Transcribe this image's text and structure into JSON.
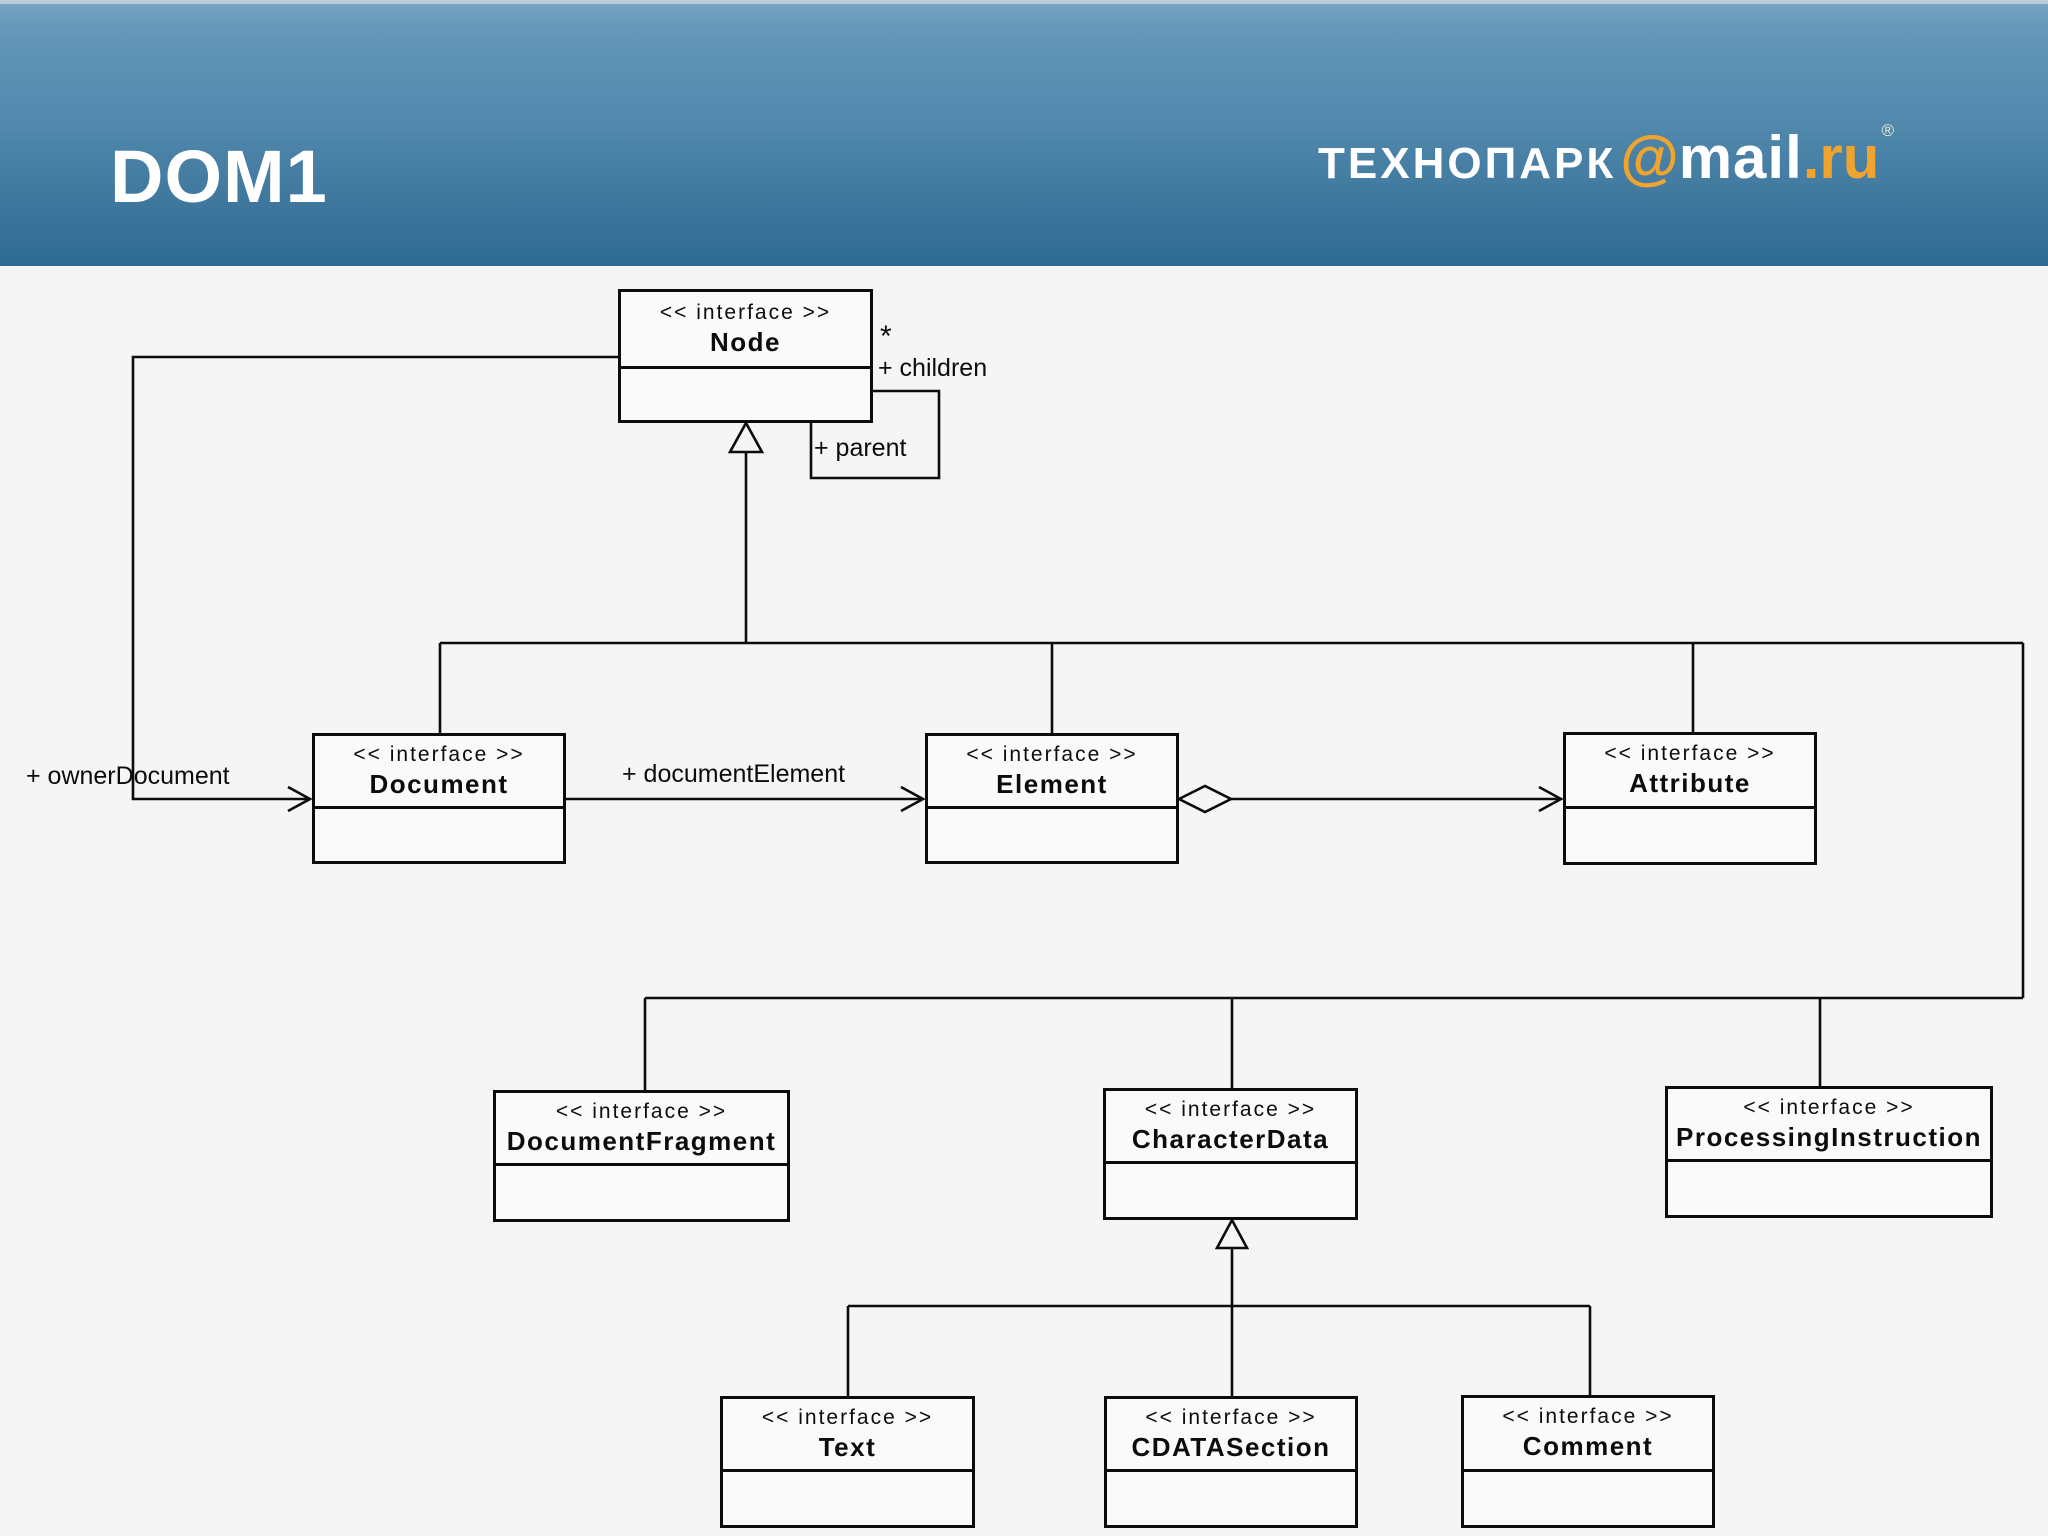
{
  "header": {
    "title": "DOM1",
    "logo": {
      "brand": "ТЕХНОПАРК",
      "at": "@",
      "name": "mail",
      "tld": ".ru",
      "registered": "®"
    }
  },
  "diagram": {
    "stereotype": "<< interface >>",
    "classes": [
      {
        "id": "node",
        "name": "Node"
      },
      {
        "id": "document",
        "name": "Document"
      },
      {
        "id": "element",
        "name": "Element"
      },
      {
        "id": "attribute",
        "name": "Attribute"
      },
      {
        "id": "document-fragment",
        "name": "DocumentFragment"
      },
      {
        "id": "character-data",
        "name": "CharacterData"
      },
      {
        "id": "processing-instruction",
        "name": "ProcessingInstruction"
      },
      {
        "id": "text",
        "name": "Text"
      },
      {
        "id": "cdata-section",
        "name": "CDATASection"
      },
      {
        "id": "comment",
        "name": "Comment"
      }
    ],
    "relationships": {
      "owner_document_label": "+ ownerDocument",
      "document_element_label": "+ documentElement",
      "children_label": "+ children",
      "children_multiplicity": "*",
      "parent_label": "+ parent"
    }
  }
}
